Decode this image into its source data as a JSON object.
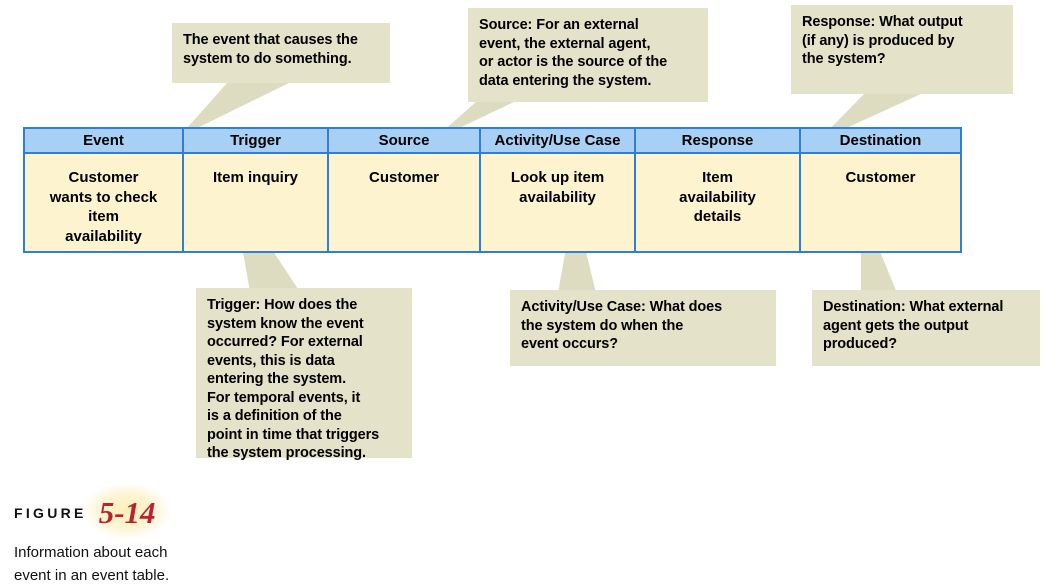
{
  "table": {
    "headers": [
      "Event",
      "Trigger",
      "Source",
      "Activity/Use Case",
      "Response",
      "Destination"
    ],
    "rows": [
      [
        "Customer\nwants to check\nitem\navailability",
        "Item inquiry",
        "Customer",
        "Look up item\navailability",
        "Item\navailability\ndetails",
        "Customer"
      ]
    ],
    "header_bg": "#a8d0f5",
    "cell_bg": "#fdf3ce",
    "border_color": "#2f7fd8"
  },
  "callouts": {
    "event": "The event that causes the\nsystem to do something.",
    "source": "Source: For an external\nevent, the external agent,\nor actor is the source of the\ndata entering the system.",
    "response": "Response: What output\n(if any) is produced by\nthe system?",
    "trigger": "Trigger: How does the\nsystem know the event\noccurred? For external\nevents, this is data\nentering the system.\nFor temporal events, it\nis a definition of the\npoint in time that triggers\nthe system processing.",
    "activity": "Activity/Use Case: What does\nthe system do when the\nevent occurs?",
    "destination": "Destination: What external\nagent gets the output\nproduced?",
    "bg": "#e4e2c9"
  },
  "figure": {
    "label": "FIGURE",
    "number": "5-14",
    "caption": "Information about each\nevent in an event table.",
    "number_color": "#b8232f"
  }
}
